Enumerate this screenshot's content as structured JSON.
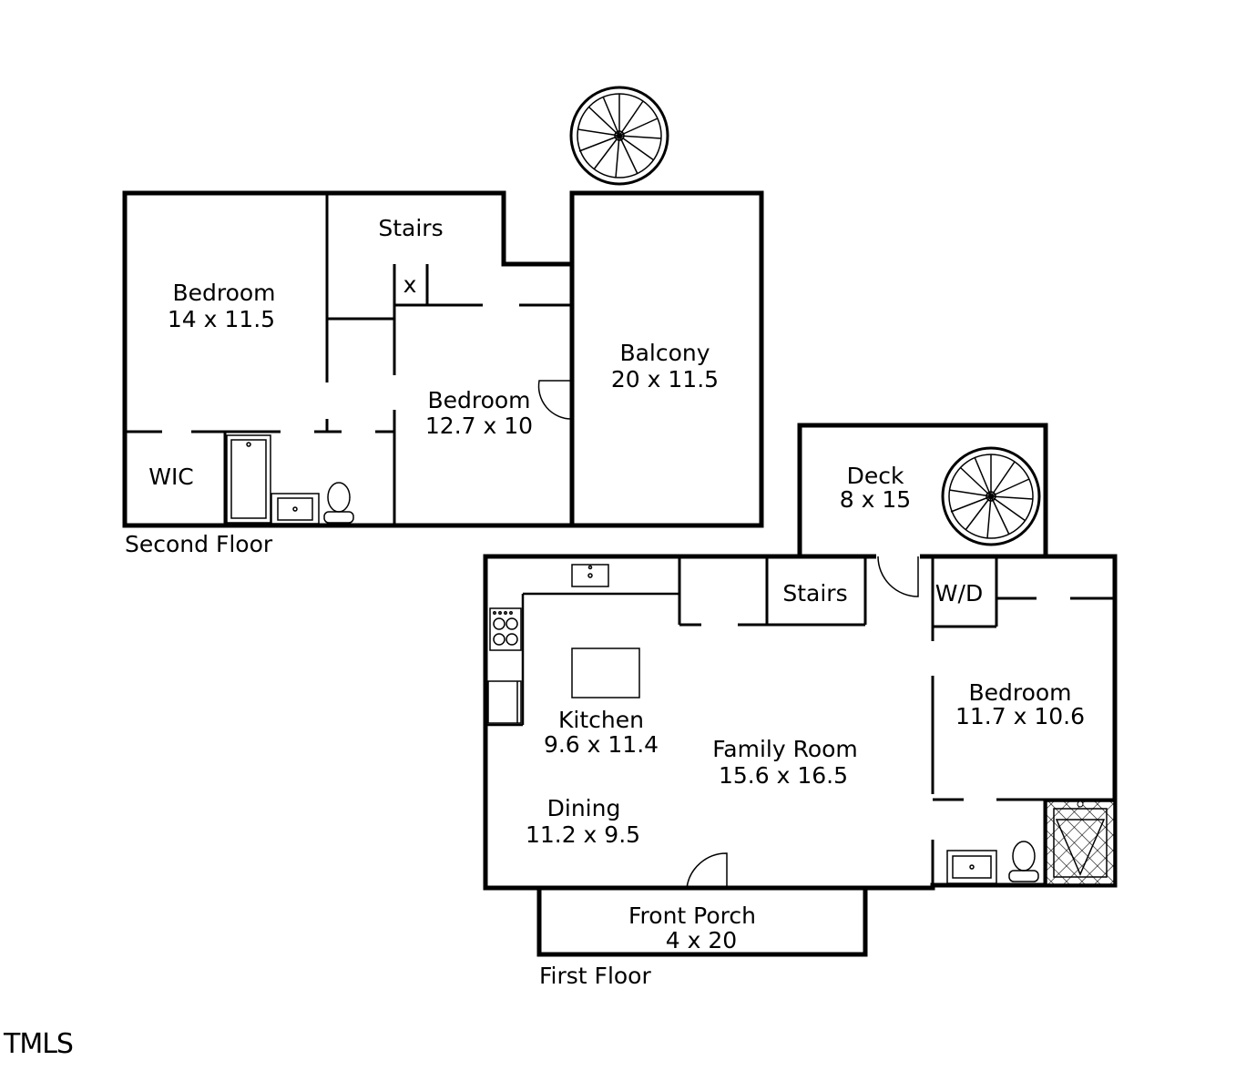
{
  "second_floor": {
    "caption": "Second Floor",
    "rooms": {
      "bedroom_a": {
        "name": "Bedroom",
        "size": "14 x 11.5"
      },
      "stairs": {
        "name": "Stairs"
      },
      "closet_mark": "x",
      "bedroom_b": {
        "name": "Bedroom",
        "size": "12.7 x 10"
      },
      "balcony": {
        "name": "Balcony",
        "size": "20 x 11.5"
      },
      "wic": {
        "name": "WIC"
      }
    }
  },
  "first_floor": {
    "caption": "First Floor",
    "rooms": {
      "deck": {
        "name": "Deck",
        "size": "8 x 15"
      },
      "stairs": {
        "name": "Stairs"
      },
      "laundry": {
        "name": "W/D"
      },
      "bedroom": {
        "name": "Bedroom",
        "size": "11.7 x 10.6"
      },
      "kitchen": {
        "name": "Kitchen",
        "size": "9.6 x 11.4"
      },
      "family_room": {
        "name": "Family Room",
        "size": "15.6 x 16.5"
      },
      "dining": {
        "name": "Dining",
        "size": "11.2 x 9.5"
      },
      "front_porch": {
        "name": "Front Porch",
        "size": "4 x 20"
      }
    }
  },
  "watermark": "TMLS"
}
